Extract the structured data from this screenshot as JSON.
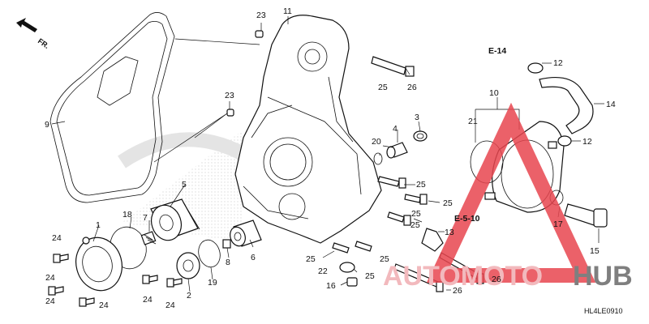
{
  "diagram": {
    "direction_label": "FR.",
    "code": "HL4LE0910",
    "refs": {
      "e14": "E-14",
      "e510": "E-5-10"
    },
    "labels": {
      "p1": "1",
      "p2": "2",
      "p3": "3",
      "p4": "4",
      "p5": "5",
      "p6": "6",
      "p7": "7",
      "p8": "8",
      "p9": "9",
      "p10": "10",
      "p11": "11",
      "p12a": "12",
      "p12b": "12",
      "p13": "13",
      "p14": "14",
      "p15": "15",
      "p16": "16",
      "p17": "17",
      "p18": "18",
      "p19": "19",
      "p20": "20",
      "p21": "21",
      "p22": "22",
      "p23a": "23",
      "p23b": "23",
      "p24a": "24",
      "p24b": "24",
      "p24c": "24",
      "p24d": "24",
      "p24e": "24",
      "p24f": "24",
      "p25a": "25",
      "p25b": "25",
      "p25c": "25",
      "p25d": "25",
      "p25e": "25",
      "p25f": "25",
      "p25g": "25",
      "p25h": "25",
      "p26a": "26",
      "p26b": "26",
      "p26c": "26"
    }
  },
  "watermark": {
    "word_a": "AUTOMOTO",
    "word_b": "HUB",
    "color_a": "#f2b9bd",
    "color_b": "#7f7f7f"
  },
  "colors": {
    "line": "#111111",
    "watermark_red": "#e8454f",
    "watermark_gray": "#9b9b9b"
  }
}
